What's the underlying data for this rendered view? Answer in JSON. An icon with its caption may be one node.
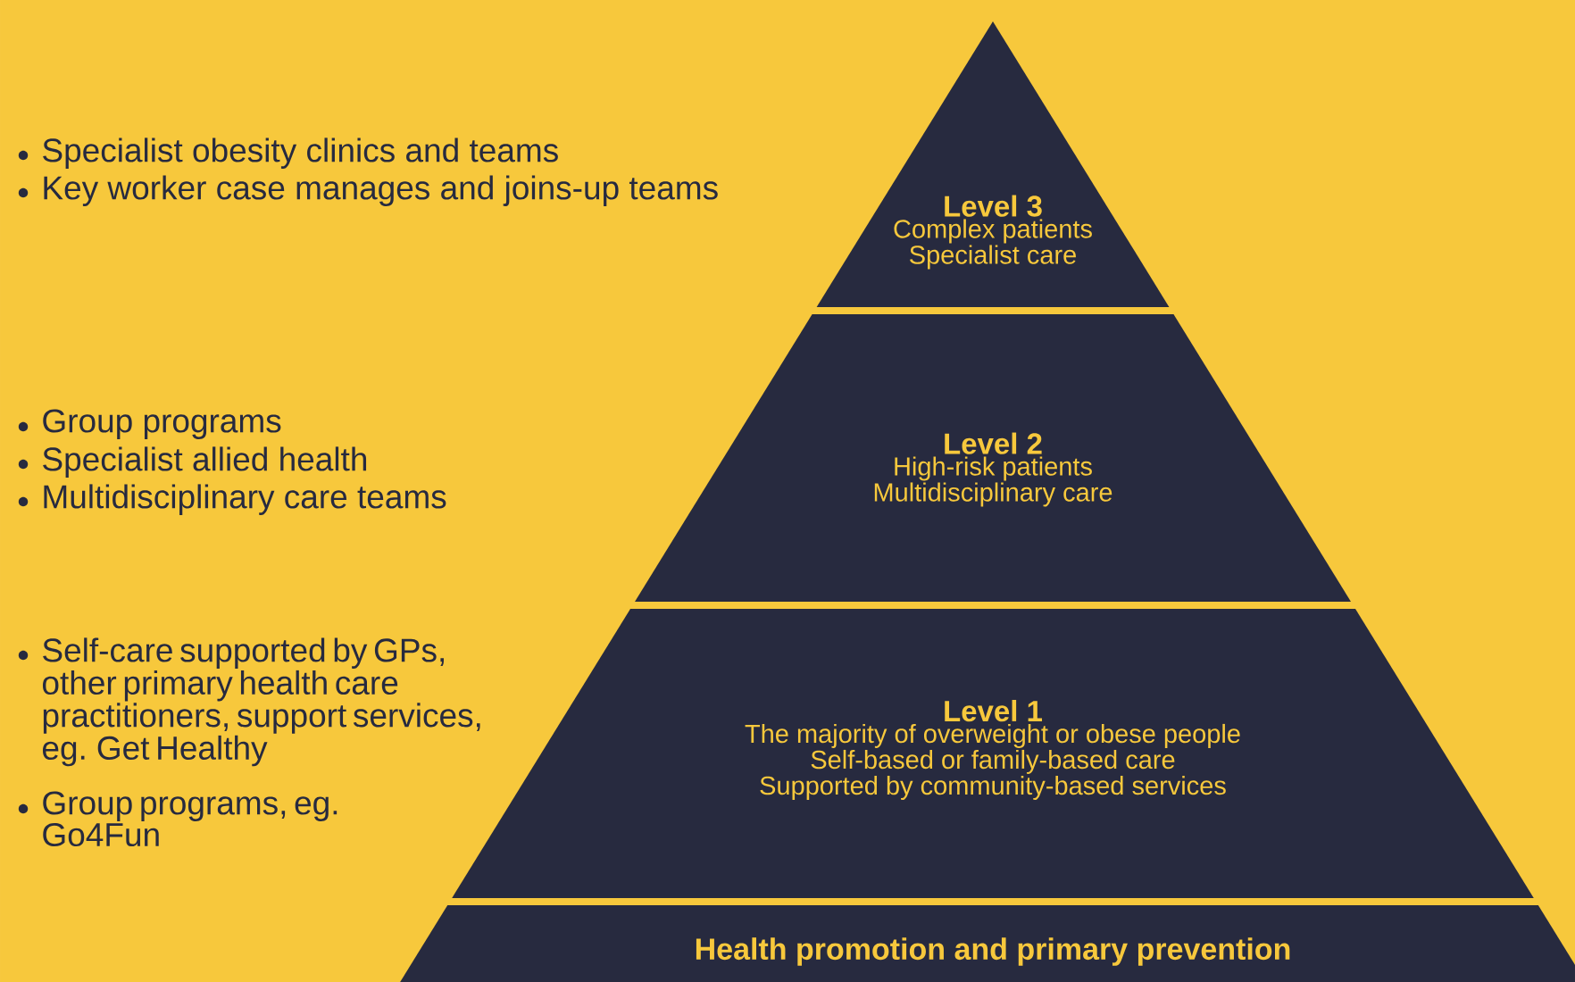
{
  "diagram": {
    "nodes": [
      {
        "text": [
          "Level 3",
          "Complex patients",
          "Specialist care"
        ]
      },
      {
        "text": [
          "Level 2",
          "High-risk patients",
          "Multidisciplinary care"
        ]
      },
      {
        "text": [
          "Level 1",
          "The majority of overweight or obese people",
          "Self-based or family-based care",
          "Supported by community-based services"
        ]
      },
      {
        "text": [
          "Health promotion and primary prevention"
        ]
      }
    ],
    "labels": [
      "Specialist obesity clinics and teams",
      "Key worker case manages and joins-up teams",
      "Group programs",
      "Specialist allied health",
      "Multidisciplinary care teams",
      "Self-care supported by GPs, other primary health care practitioners, support services, eg. Get Healthy",
      "Group programs, eg. Go4Fun"
    ]
  }
}
